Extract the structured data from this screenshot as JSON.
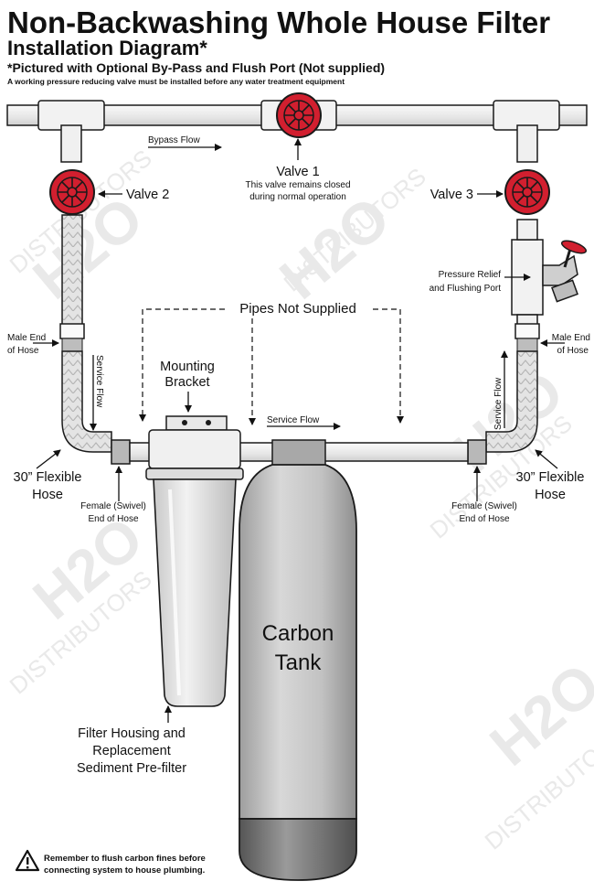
{
  "header": {
    "title": "Non-Backwashing Whole House Filter",
    "subtitle": "Installation Diagram*",
    "footnote": "*Pictured with Optional By-Pass and Flush Port (Not supplied)",
    "warning": "A working pressure reducing valve must be installed before any water treatment equipment"
  },
  "labels": {
    "bypass_flow": "Bypass Flow",
    "valve1": "Valve 1",
    "valve1_note_1": "This valve remains closed",
    "valve1_note_2": "during normal operation",
    "valve2": "Valve 2",
    "valve3": "Valve 3",
    "pressure_relief_1": "Pressure Relief",
    "pressure_relief_2": "and Flushing Port",
    "pipes_not_supplied": "Pipes Not Supplied",
    "male_end_1": "Male End",
    "male_end_2": "of Hose",
    "service_flow": "Service Flow",
    "mounting_1": "Mounting",
    "mounting_2": "Bracket",
    "flexible_1": "30” Flexible",
    "flexible_2": "Hose",
    "female_1": "Female (Swivel)",
    "female_2": "End of Hose",
    "carbon_1": "Carbon",
    "carbon_2": "Tank",
    "filter_1": "Filter Housing and",
    "filter_2": "Replacement",
    "filter_3": "Sediment Pre-filter",
    "flush_1": "Remember to flush carbon fines before",
    "flush_2": "connecting system to house plumbing."
  },
  "watermark": {
    "brand": "H2O",
    "word": "DISTRIBUTORS"
  },
  "colors": {
    "valve": "#d21f2f",
    "pipe": "#eeeeee",
    "outline": "#1a1a1a",
    "tank": "#c7c7c7",
    "tank_base": "#8a8a8a",
    "housing": "#e6e6e6"
  }
}
